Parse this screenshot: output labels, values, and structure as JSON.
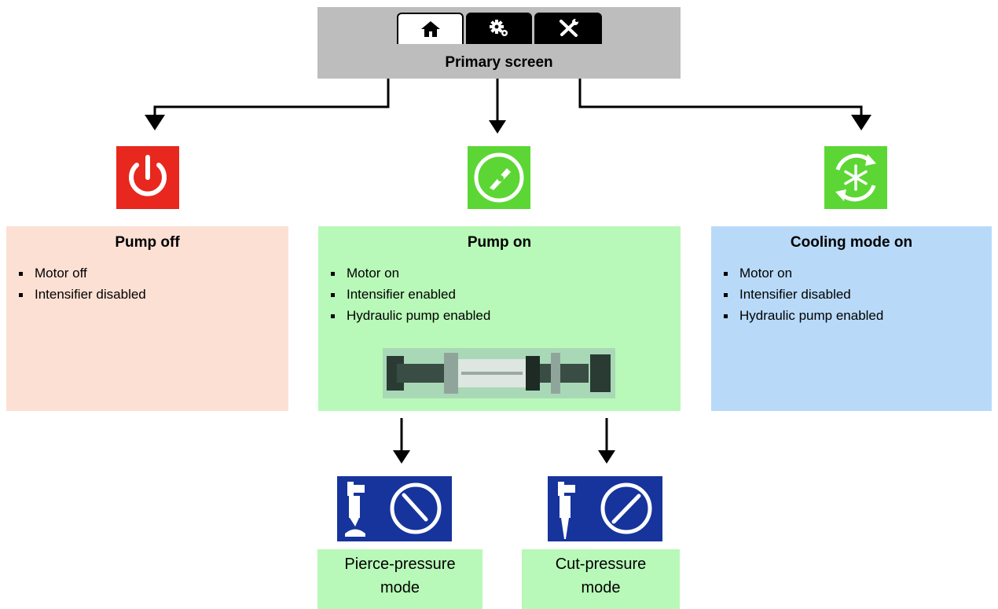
{
  "primary": {
    "title": "Primary screen",
    "tabs": [
      {
        "icon": "home-icon",
        "active": true
      },
      {
        "icon": "gear-icon",
        "active": false
      },
      {
        "icon": "tools-icon",
        "active": false
      }
    ]
  },
  "states": {
    "off": {
      "icon": "power-icon",
      "title": "Pump off",
      "items": [
        "Motor off",
        "Intensifier disabled"
      ]
    },
    "on": {
      "icon": "gauge-icon",
      "title": "Pump on",
      "items": [
        "Motor on",
        "Intensifier enabled",
        "Hydraulic pump enabled"
      ]
    },
    "cool": {
      "icon": "snowflake-cycle-icon",
      "title": "Cooling mode on",
      "items": [
        "Motor on",
        "Intensifier disabled",
        "Hydraulic pump enabled"
      ]
    }
  },
  "modes": {
    "pierce": {
      "icon": "pierce-pressure-icon",
      "label_line1": "Pierce-pressure",
      "label_line2": "mode"
    },
    "cut": {
      "icon": "cut-pressure-icon",
      "label_line1": "Cut-pressure",
      "label_line2": "mode"
    }
  },
  "colors": {
    "off_panel": "#fde0d4",
    "on_panel": "#b8f8b8",
    "cool_panel": "#b8daf8",
    "power_red": "#e8271e",
    "gauge_green": "#5cd634",
    "mode_blue": "#16349c",
    "header_gray": "#bdbdbd"
  }
}
